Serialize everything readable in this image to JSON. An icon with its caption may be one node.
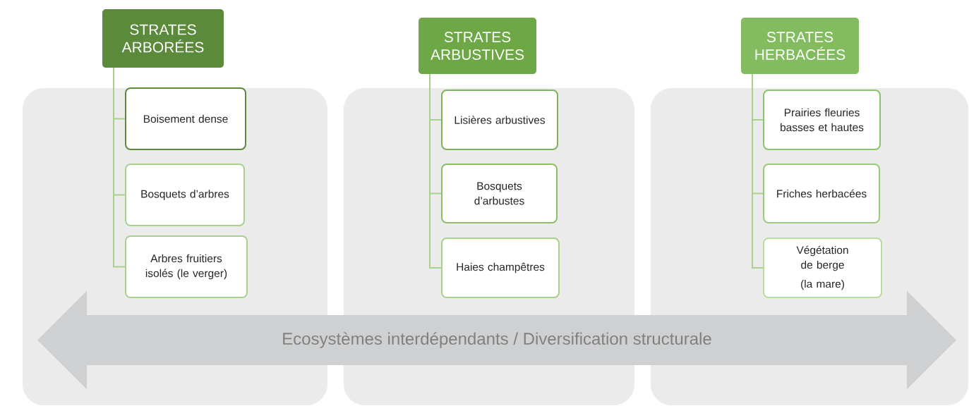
{
  "diagram": {
    "nodes": [
      {
        "text": [],
        "shape": "box"
      },
      {
        "text": [
          "STRATES ARBORÉES"
        ]
      },
      {
        "text": [
          "Boisement dense"
        ],
        "in": 0
      },
      {
        "text": [
          "Bosquets d’arbres"
        ],
        "in": 0
      },
      {
        "text": [
          "Arbres fruitiers isolés (le verger)"
        ],
        "in": 0
      },
      {
        "text": [],
        "shape": "box"
      },
      {
        "text": [
          "STRATES ARBUSTIVES"
        ]
      },
      {
        "text": [
          "Lisières arbustives"
        ],
        "in": 5
      },
      {
        "text": [
          "Bosquets d’arbustes"
        ],
        "in": 5
      },
      {
        "text": [
          "Haies champêtres"
        ],
        "in": 5
      },
      {
        "text": [],
        "shape": "box"
      },
      {
        "text": [
          "STRATES HERBACÉES"
        ]
      },
      {
        "text": [
          "Prairies fleuries basses et hautes"
        ],
        "in": 10
      },
      {
        "text": [
          "Friches herbacées"
        ],
        "in": 10
      },
      {
        "text": [
          "Végétation de berge",
          "(la mare)"
        ],
        "in": 10
      },
      {
        "text": [
          "Ecosystèmes interdépendants / Diversification structurale"
        ]
      }
    ],
    "edges": [
      {
        "from": 1,
        "to": 2,
        "arrow": "none"
      },
      {
        "from": 1,
        "to": 3,
        "arrow": "none"
      },
      {
        "from": 1,
        "to": 4,
        "arrow": "none"
      },
      {
        "from": 6,
        "to": 7,
        "arrow": "none"
      },
      {
        "from": 6,
        "to": 8,
        "arrow": "none"
      },
      {
        "from": 6,
        "to": 9,
        "arrow": "none"
      },
      {
        "from": 11,
        "to": 12,
        "arrow": "none"
      },
      {
        "from": 11,
        "to": 13,
        "arrow": "none"
      },
      {
        "from": 11,
        "to": 14,
        "arrow": "none"
      }
    ]
  }
}
